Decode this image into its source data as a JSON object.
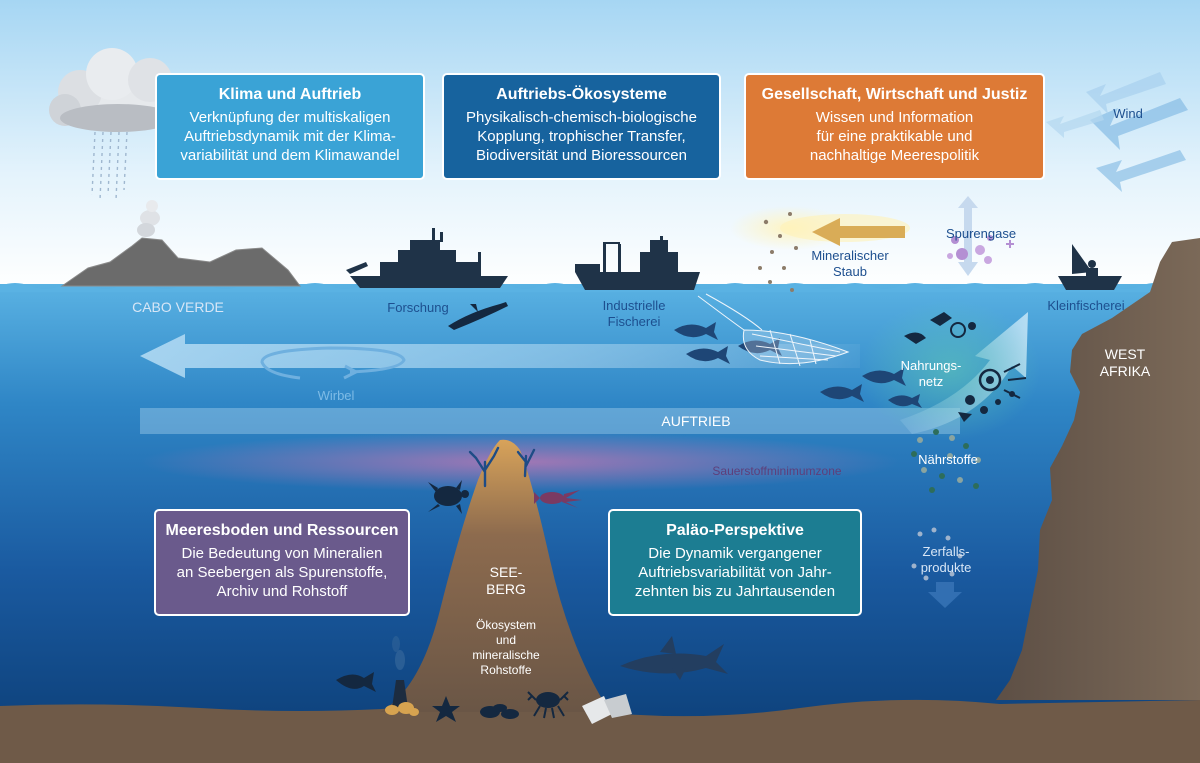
{
  "colors": {
    "sky_top": "#a6d6f3",
    "ocean_surface": "#4aa6dc",
    "ocean_deep": "#0b3c73",
    "seafloor": "#6f5a48",
    "box_climate": "#3aa3d6",
    "box_ecosystems": "#17639e",
    "box_society": "#dd7a36",
    "box_seafloor": "#6a5a8c",
    "box_paleo": "#1c7d92"
  },
  "boxes": {
    "climate": {
      "title": "Klima und Auftrieb",
      "lines": [
        "Verknüpfung der multiskaligen",
        "Auftriebsdynamik mit der Klima-",
        "variabilität und dem Klimawandel"
      ]
    },
    "ecosystems": {
      "title": "Auftriebs-Ökosysteme",
      "lines": [
        "Physikalisch-chemisch-biologische",
        "Kopplung, trophischer Transfer,",
        "Biodiversität und Bioressourcen"
      ]
    },
    "society": {
      "title": "Gesellschaft, Wirtschaft und Justiz",
      "lines": [
        "Wissen und Information",
        "für eine praktikable und",
        "nachhaltige Meerespolitik"
      ]
    },
    "seafloor": {
      "title": "Meeresboden und Ressourcen",
      "lines": [
        "Die Bedeutung von Mineralien",
        "an Seebergen als Spurenstoffe,",
        "Archiv und Rohstoff"
      ]
    },
    "paleo": {
      "title": "Paläo-Perspektive",
      "lines": [
        "Die Dynamik vergangener",
        "Auftriebsvariabilität von Jahr-",
        "zehnten bis zu Jahrtausenden"
      ]
    }
  },
  "labels": {
    "cabo_verde": "CABO VERDE",
    "forschung": "Forschung",
    "industrielle_fischerei": [
      "Industrielle",
      "Fischerei"
    ],
    "mineralischer_staub": [
      "Mineralischer",
      "Staub"
    ],
    "spurengase": "Spurengase",
    "kleinfischerei": "Kleinfischerei",
    "wind": "Wind",
    "west_afrika": [
      "WEST",
      "AFRIKA"
    ],
    "wirbel": "Wirbel",
    "auftrieb": "AUFTRIEB",
    "nahrungsnetz": [
      "Nahrungs-",
      "netz"
    ],
    "sauerstoffminimumzone": "Sauerstoffminimumzone",
    "naehrstoffe": "Nährstoffe",
    "zerfallsprodukte": [
      "Zerfalls-",
      "produkte"
    ],
    "seeberg": [
      "SEE-",
      "BERG"
    ],
    "oekosystem": [
      "Ökosystem",
      "und",
      "mineralische",
      "Rohstoffe"
    ]
  },
  "icons": [
    "cloud-icon",
    "rain-icon",
    "volcano-icon",
    "research-ship-icon",
    "fishing-trawler-icon",
    "small-boat-icon",
    "glider-icon",
    "fish-icon",
    "fishing-net-icon",
    "wind-arrow-icon",
    "dust-particles-icon",
    "gas-bubbles-icon",
    "eddy-icon",
    "upwelling-arrow-icon",
    "plankton-icon",
    "nutrient-dots-icon",
    "turtle-icon",
    "squid-icon",
    "coral-icon",
    "shark-icon",
    "crab-icon",
    "starfish-icon",
    "mussel-icon",
    "hydrothermal-vent-icon",
    "sinking-particles-icon"
  ]
}
